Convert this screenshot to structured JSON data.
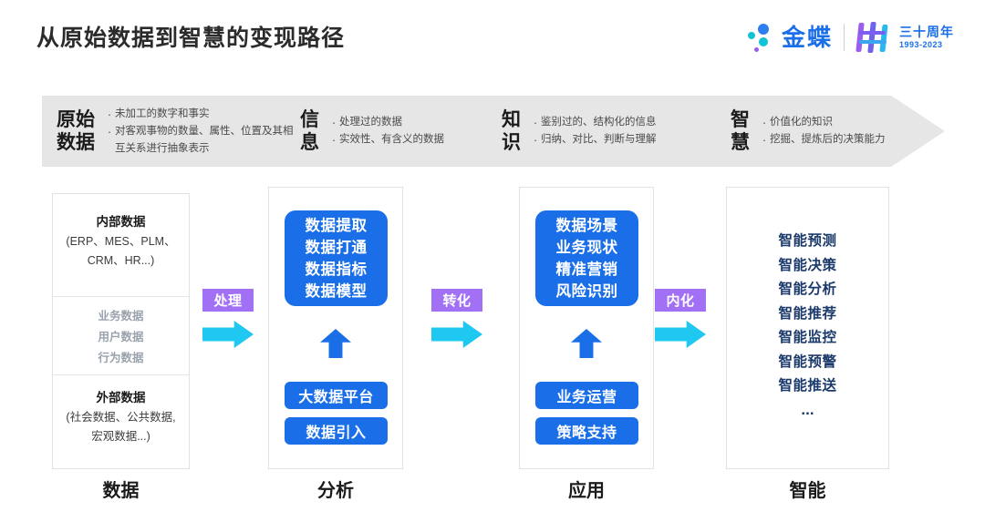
{
  "header": {
    "title": "从原始数据到智慧的变现路径",
    "logo": {
      "brand": "金蝶",
      "anniversary_cn": "三十周年",
      "anniversary_years": "1993-2023"
    },
    "colors": {
      "brand_blue": "#1a6fe8",
      "accent_cyan": "#1fc8f0",
      "accent_purple": "#a270f5",
      "navy": "#1b3a6b",
      "banner_gray": "#e6e6e6"
    }
  },
  "banner": {
    "stages": [
      {
        "name_line1": "原始",
        "name_line2": "数据",
        "bullets": [
          "未加工的数字和事实",
          "对客观事物的数量、属性、位置及其相互关系进行抽象表示"
        ]
      },
      {
        "name_line1": "信",
        "name_line2": "息",
        "bullets": [
          "处理过的数据",
          "实效性、有含义的数据"
        ]
      },
      {
        "name_line1": "知",
        "name_line2": "识",
        "bullets": [
          "鉴别过的、结构化的信息",
          "归纳、对比、判断与理解"
        ]
      },
      {
        "name_line1": "智",
        "name_line2": "慧",
        "bullets": [
          "价值化的知识",
          "挖掘、提炼后的决策能力"
        ]
      }
    ],
    "bullet_glyph": "·"
  },
  "columns": [
    {
      "label": "数据",
      "segments": [
        {
          "title": "内部数据",
          "sub_line1": "(ERP、MES、PLM、",
          "sub_line2": "CRM、HR...)"
        },
        {
          "items": [
            "业务数据",
            "用户数据",
            "行为数据"
          ]
        },
        {
          "title": "外部数据",
          "sub_line1": "(社会数据、公共数据,",
          "sub_line2": "宏观数据...)"
        }
      ]
    },
    {
      "label": "分析",
      "box_lines": [
        "数据提取",
        "数据打通",
        "数据指标",
        "数据模型"
      ],
      "pills": [
        "大数据平台",
        "数据引入"
      ]
    },
    {
      "label": "应用",
      "box_lines": [
        "数据场景",
        "业务现状",
        "精准营销",
        "风险识别"
      ],
      "pills": [
        "业务运营",
        "策略支持"
      ]
    },
    {
      "label": "智能",
      "items": [
        "智能预测",
        "智能决策",
        "智能分析",
        "智能推荐",
        "智能监控",
        "智能预警",
        "智能推送"
      ],
      "ellipsis": "..."
    }
  ],
  "connectors": [
    {
      "label": "处理"
    },
    {
      "label": "转化"
    },
    {
      "label": "内化"
    }
  ]
}
